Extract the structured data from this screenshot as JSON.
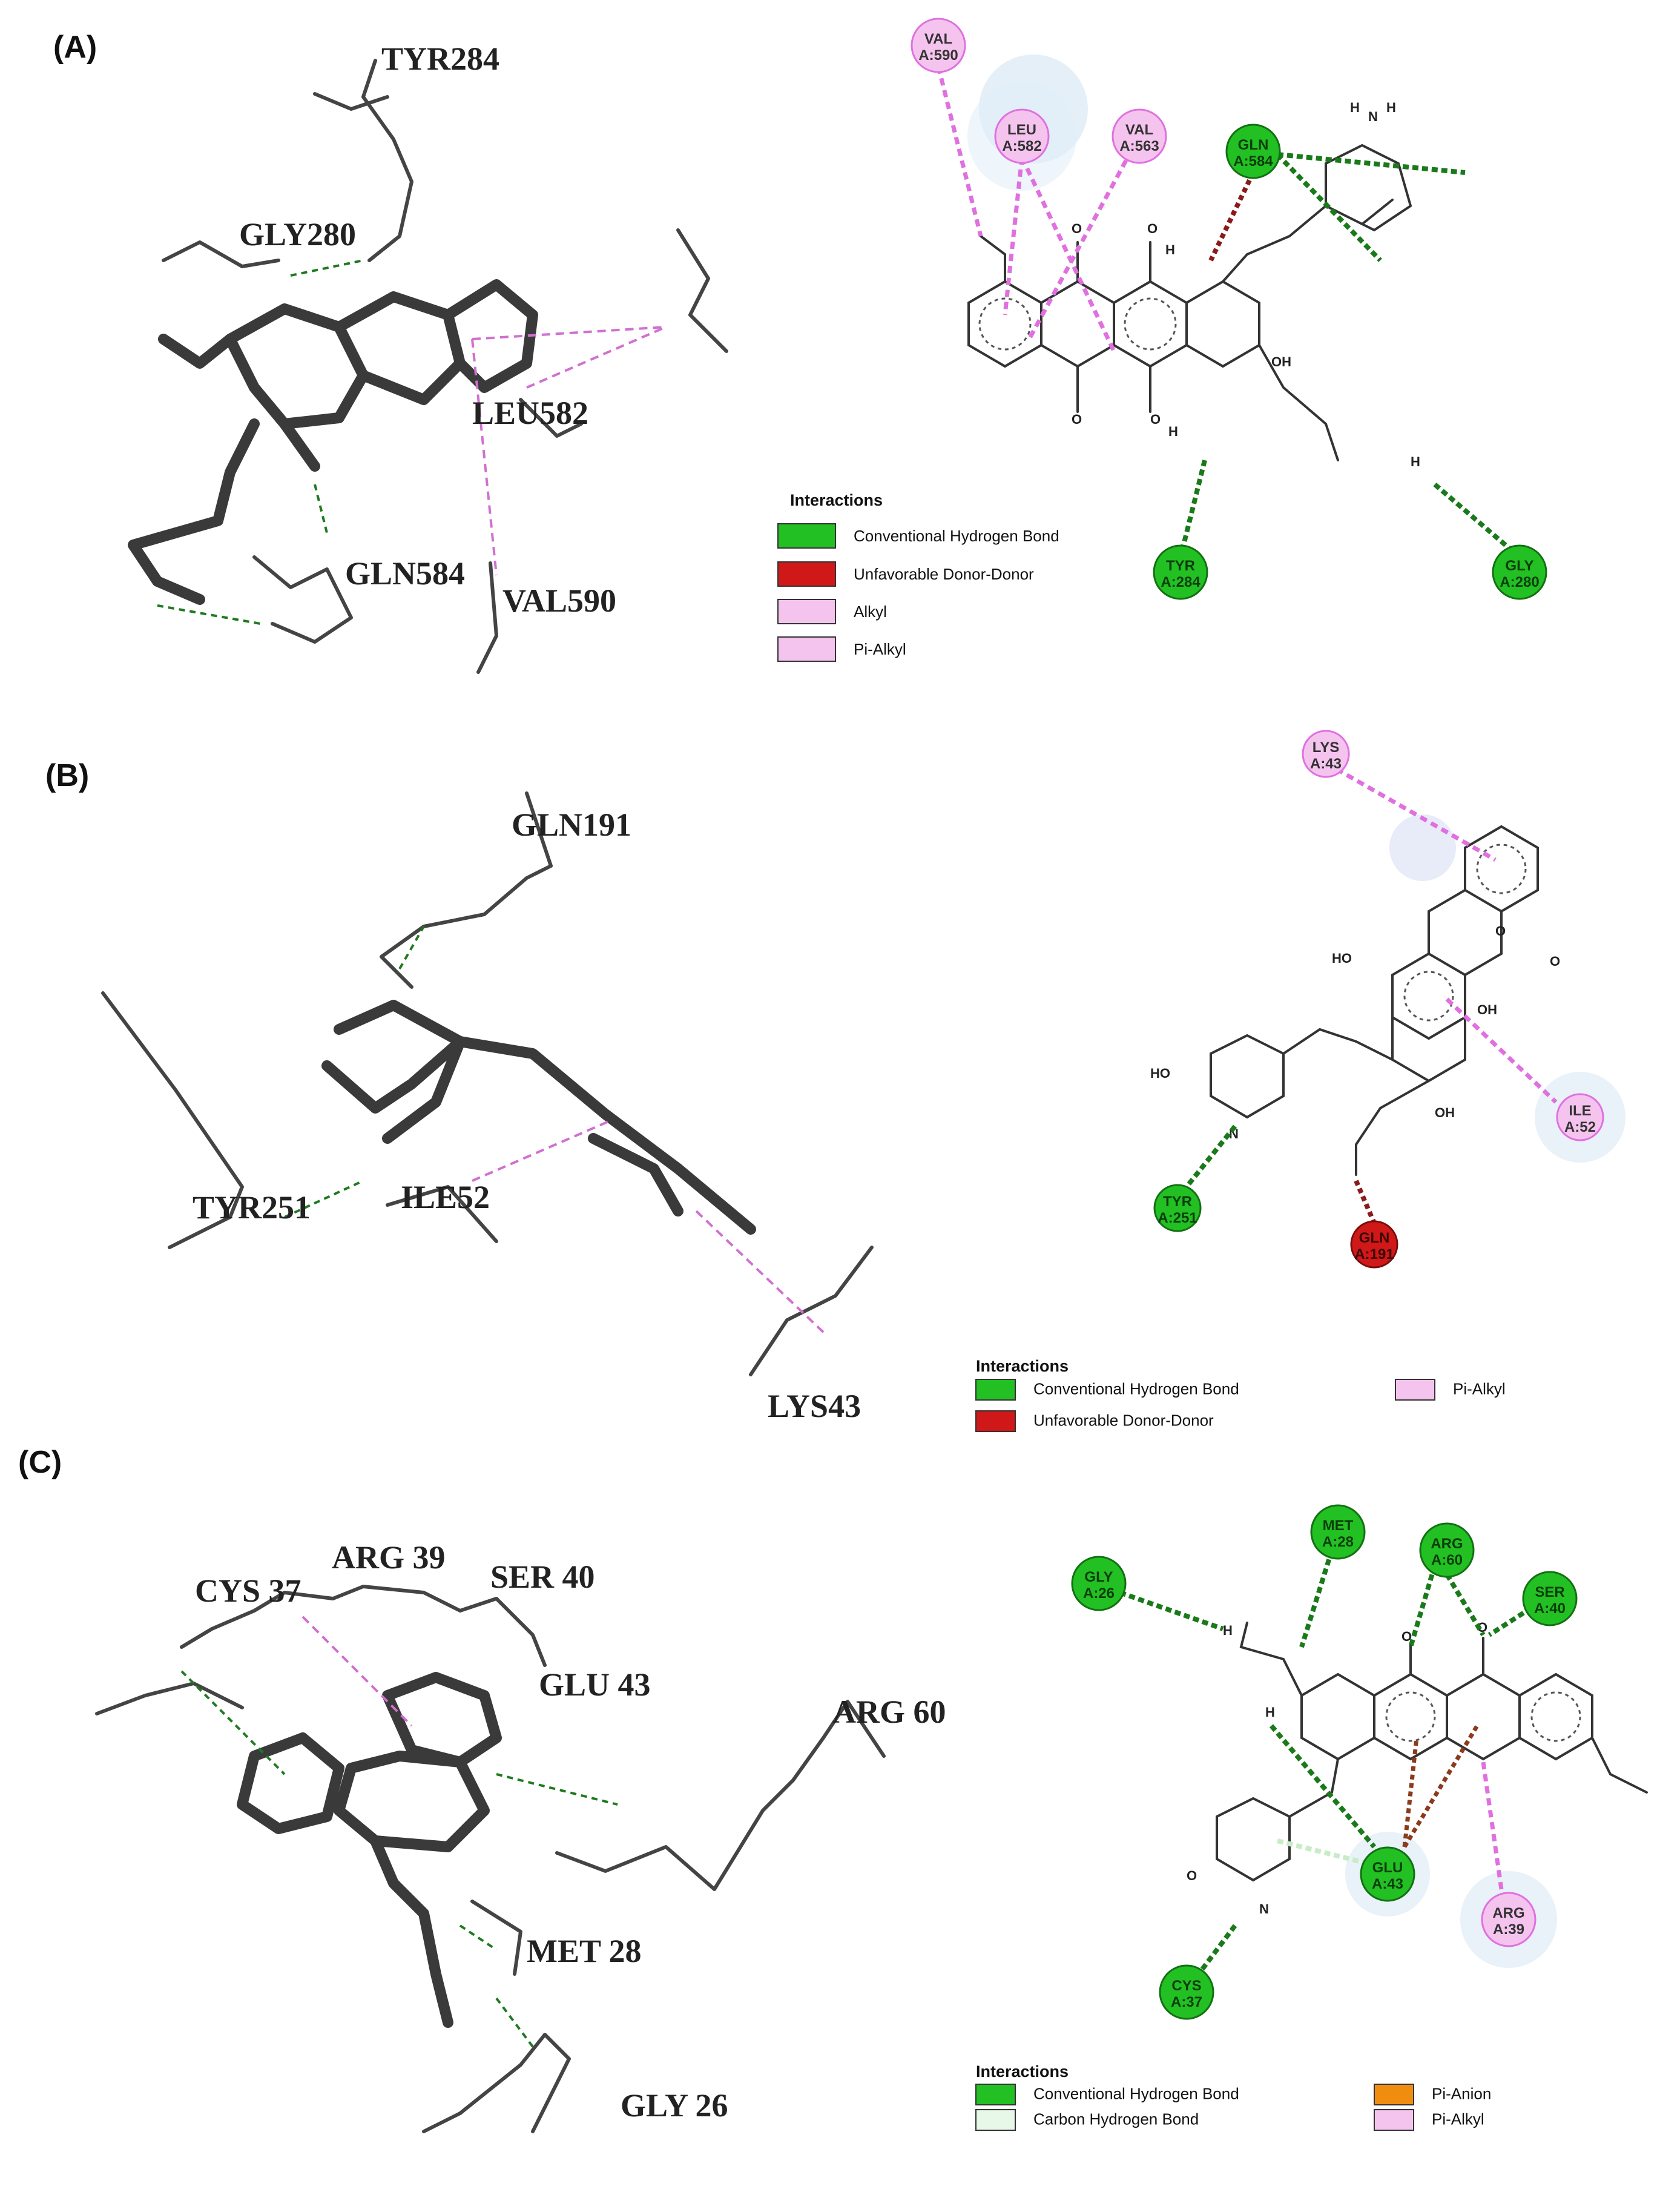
{
  "panels": [
    {
      "label": "(A)",
      "residues_3d": [
        "TYR284",
        "GLY280",
        "LEU582",
        "GLN584",
        "VAL590"
      ],
      "map_residues": [
        {
          "name": "VAL",
          "id": "A:590",
          "type": "alkyl"
        },
        {
          "name": "LEU",
          "id": "A:582",
          "type": "alkyl"
        },
        {
          "name": "VAL",
          "id": "A:563",
          "type": "alkyl"
        },
        {
          "name": "GLN",
          "id": "A:584",
          "type": "hbond"
        },
        {
          "name": "TYR",
          "id": "A:284",
          "type": "hbond"
        },
        {
          "name": "GLY",
          "id": "A:280",
          "type": "hbond"
        }
      ],
      "legend_title": "Interactions",
      "legend": [
        {
          "label": "Conventional Hydrogen Bond",
          "color": "#22c022"
        },
        {
          "label": "Unfavorable Donor-Donor",
          "color": "#d01818"
        },
        {
          "label": "Alkyl",
          "color": "#f5c4ee"
        },
        {
          "label": "Pi-Alkyl",
          "color": "#f5c4ee"
        }
      ]
    },
    {
      "label": "(B)",
      "residues_3d": [
        "GLN191",
        "TYR251",
        "ILE52",
        "LYS43"
      ],
      "map_residues": [
        {
          "name": "LYS",
          "id": "A:43",
          "type": "alkyl"
        },
        {
          "name": "ILE",
          "id": "A:52",
          "type": "alkyl"
        },
        {
          "name": "TYR",
          "id": "A:251",
          "type": "hbond"
        },
        {
          "name": "GLN",
          "id": "A:191",
          "type": "unfav"
        }
      ],
      "legend_title": "Interactions",
      "legend": [
        {
          "label": "Conventional Hydrogen Bond",
          "color": "#22c022"
        },
        {
          "label": "Unfavorable Donor-Donor",
          "color": "#d01818"
        },
        {
          "label": "Pi-Alkyl",
          "color": "#f5c4ee"
        }
      ]
    },
    {
      "label": "(C)",
      "residues_3d": [
        "CYS 37",
        "ARG 39",
        "SER 40",
        "GLU 43",
        "ARG 60",
        "MET 28",
        "GLY 26"
      ],
      "map_residues": [
        {
          "name": "GLY",
          "id": "A:26",
          "type": "hbond"
        },
        {
          "name": "MET",
          "id": "A:28",
          "type": "hbond"
        },
        {
          "name": "ARG",
          "id": "A:60",
          "type": "hbond"
        },
        {
          "name": "SER",
          "id": "A:40",
          "type": "hbond"
        },
        {
          "name": "GLU",
          "id": "A:43",
          "type": "hbond"
        },
        {
          "name": "ARG",
          "id": "A:39",
          "type": "alkyl"
        },
        {
          "name": "CYS",
          "id": "A:37",
          "type": "hbond"
        }
      ],
      "legend_title": "Interactions",
      "legend": [
        {
          "label": "Conventional Hydrogen Bond",
          "color": "#22c022"
        },
        {
          "label": "Carbon Hydrogen Bond",
          "color": "#e8f8e8"
        },
        {
          "label": "Pi-Anion",
          "color": "#f08c10"
        },
        {
          "label": "Pi-Alkyl",
          "color": "#f5c4ee"
        }
      ]
    }
  ],
  "atoms": {
    "O": "O",
    "H": "H",
    "N": "N",
    "OH": "OH",
    "HO": "HO"
  },
  "colors": {
    "hbond": "#22c022",
    "unfav": "#d01818",
    "alkyl": "#f5c4ee",
    "alkyl_stroke": "#e070e0",
    "hbond_dark": "#1a7a1a",
    "unfav_dark": "#8b1a1a",
    "pi_anion": "#f08c10"
  }
}
